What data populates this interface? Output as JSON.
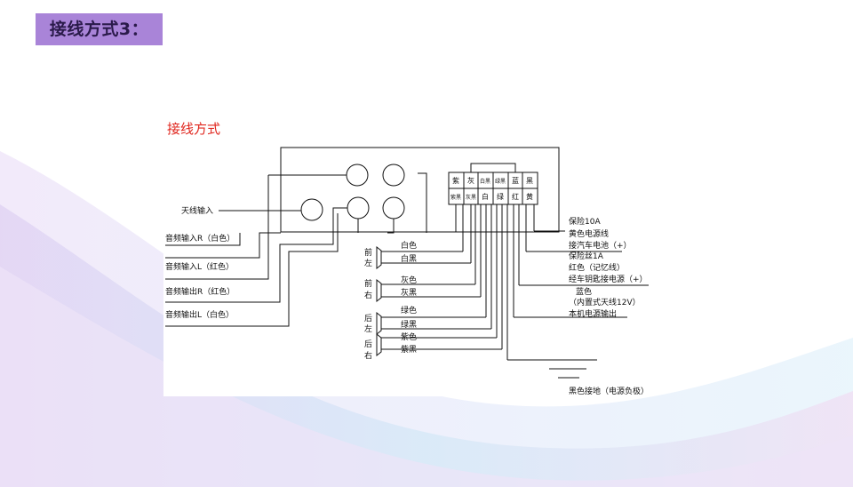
{
  "header": {
    "title": "接线方式3："
  },
  "figure": {
    "title": "接线方式"
  },
  "connector": {
    "top_row": [
      "紫",
      "灰",
      "白黑",
      "绿黑",
      "蓝",
      "黑"
    ],
    "bottom_row": [
      "紫黑",
      "灰黑",
      "白",
      "绿",
      "红",
      "黄"
    ]
  },
  "left_labels": {
    "antenna": "天线输入",
    "audio_in_r": "音频输入R（白色）",
    "audio_in_l": "音频输入L（红色）",
    "audio_out_r": "音频输出R（红色）",
    "audio_out_l": "音频输出L（白色）"
  },
  "speakers": [
    {
      "pos": "前左",
      "wire1": "白色",
      "wire2": "白黑"
    },
    {
      "pos": "前右",
      "wire1": "灰色",
      "wire2": "灰黑"
    },
    {
      "pos": "后左",
      "wire1": "绿色",
      "wire2": "绿黑"
    },
    {
      "pos": "后右",
      "wire1": "紫色",
      "wire2": "紫黑"
    }
  ],
  "right_labels": {
    "fuse10": "保险10A",
    "yellow_wire": "黄色电源线",
    "battery": "接汽车电池（+）",
    "fuse1": "保险丝1A",
    "red_memory": "红色（记忆线）",
    "key_power": "经车钥匙接电源（+）",
    "blue": "蓝色",
    "antenna_12v": "（内置式天线12V）",
    "power_out": "本机电源输出",
    "ground": "黑色接地（电源负极）"
  }
}
